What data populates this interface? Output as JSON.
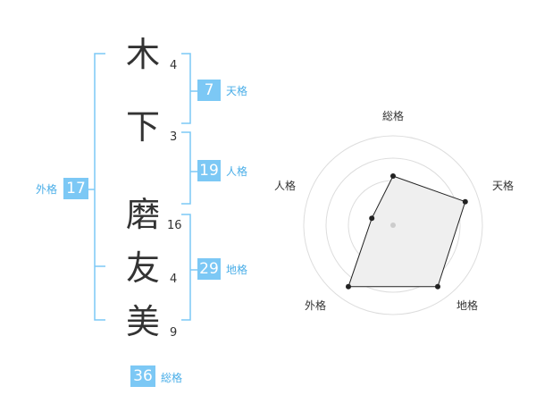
{
  "name_chars": [
    {
      "char": "木",
      "strokes": "4"
    },
    {
      "char": "下",
      "strokes": "3"
    },
    {
      "char": "磨",
      "strokes": "16"
    },
    {
      "char": "友",
      "strokes": "4"
    },
    {
      "char": "美",
      "strokes": "9"
    }
  ],
  "kaku": {
    "tenkaku": {
      "value": "7",
      "label": "天格"
    },
    "jinkaku": {
      "value": "19",
      "label": "人格"
    },
    "chikaku": {
      "value": "29",
      "label": "地格"
    },
    "gaikaku": {
      "value": "17",
      "label": "外格"
    },
    "soukaku": {
      "value": "36",
      "label": "総格"
    }
  },
  "radar": {
    "labels": {
      "top": "総格",
      "right": "天格",
      "bottom_right": "地格",
      "bottom_left": "外格",
      "left": "人格"
    },
    "scores": {
      "総格": 0.55,
      "天格": 0.85,
      "地格": 0.85,
      "外格": 0.85,
      "人格": 0.25
    },
    "colors": {
      "fill": "#efefef",
      "line": "#222222",
      "point": "#222222",
      "ring": "#dddddd",
      "center": "#cccccc",
      "bracket": "#7cc8f5",
      "badge": "#7cc8f5"
    }
  }
}
